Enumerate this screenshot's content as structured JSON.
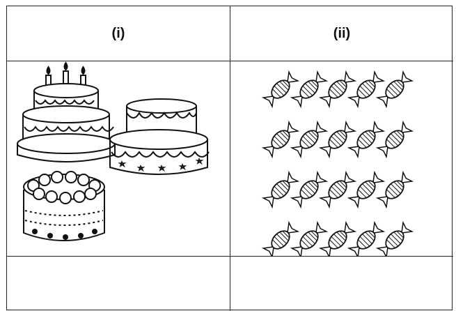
{
  "table": {
    "headers": [
      "(i)",
      "(ii)"
    ],
    "row1": {
      "col1": {
        "items": [
          "cake",
          "cake",
          "cake"
        ]
      },
      "col2": {
        "items": "candy",
        "rows": 4,
        "per_row": 5
      }
    },
    "row2": {
      "col1": "",
      "col2": ""
    }
  }
}
